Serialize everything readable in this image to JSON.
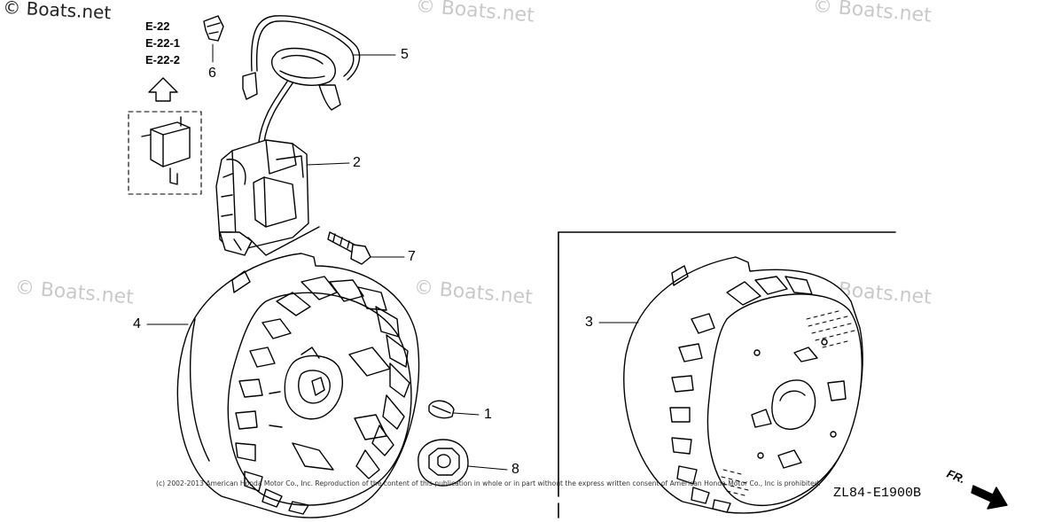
{
  "watermarks": {
    "top_left": "© Boats.net",
    "faint": "© Boats.net"
  },
  "reference_codes": [
    "E-22",
    "E-22-1",
    "E-22-2"
  ],
  "callouts": {
    "c1": "1",
    "c2": "2",
    "c3": "3",
    "c4": "4",
    "c5": "5",
    "c6": "6",
    "c7": "7",
    "c8": "8"
  },
  "drawing_code": "ZL84-E1900B",
  "direction_label": "FR.",
  "copyright": "(c) 2002-2013 American Honda Motor Co., Inc. Reproduction of the content of this publication in whole or in part without the express written consent of American Honda Motor Co., Inc is prohibited.",
  "colors": {
    "line": "#000000",
    "watermark": "#c9c9c9",
    "background": "#ffffff"
  }
}
